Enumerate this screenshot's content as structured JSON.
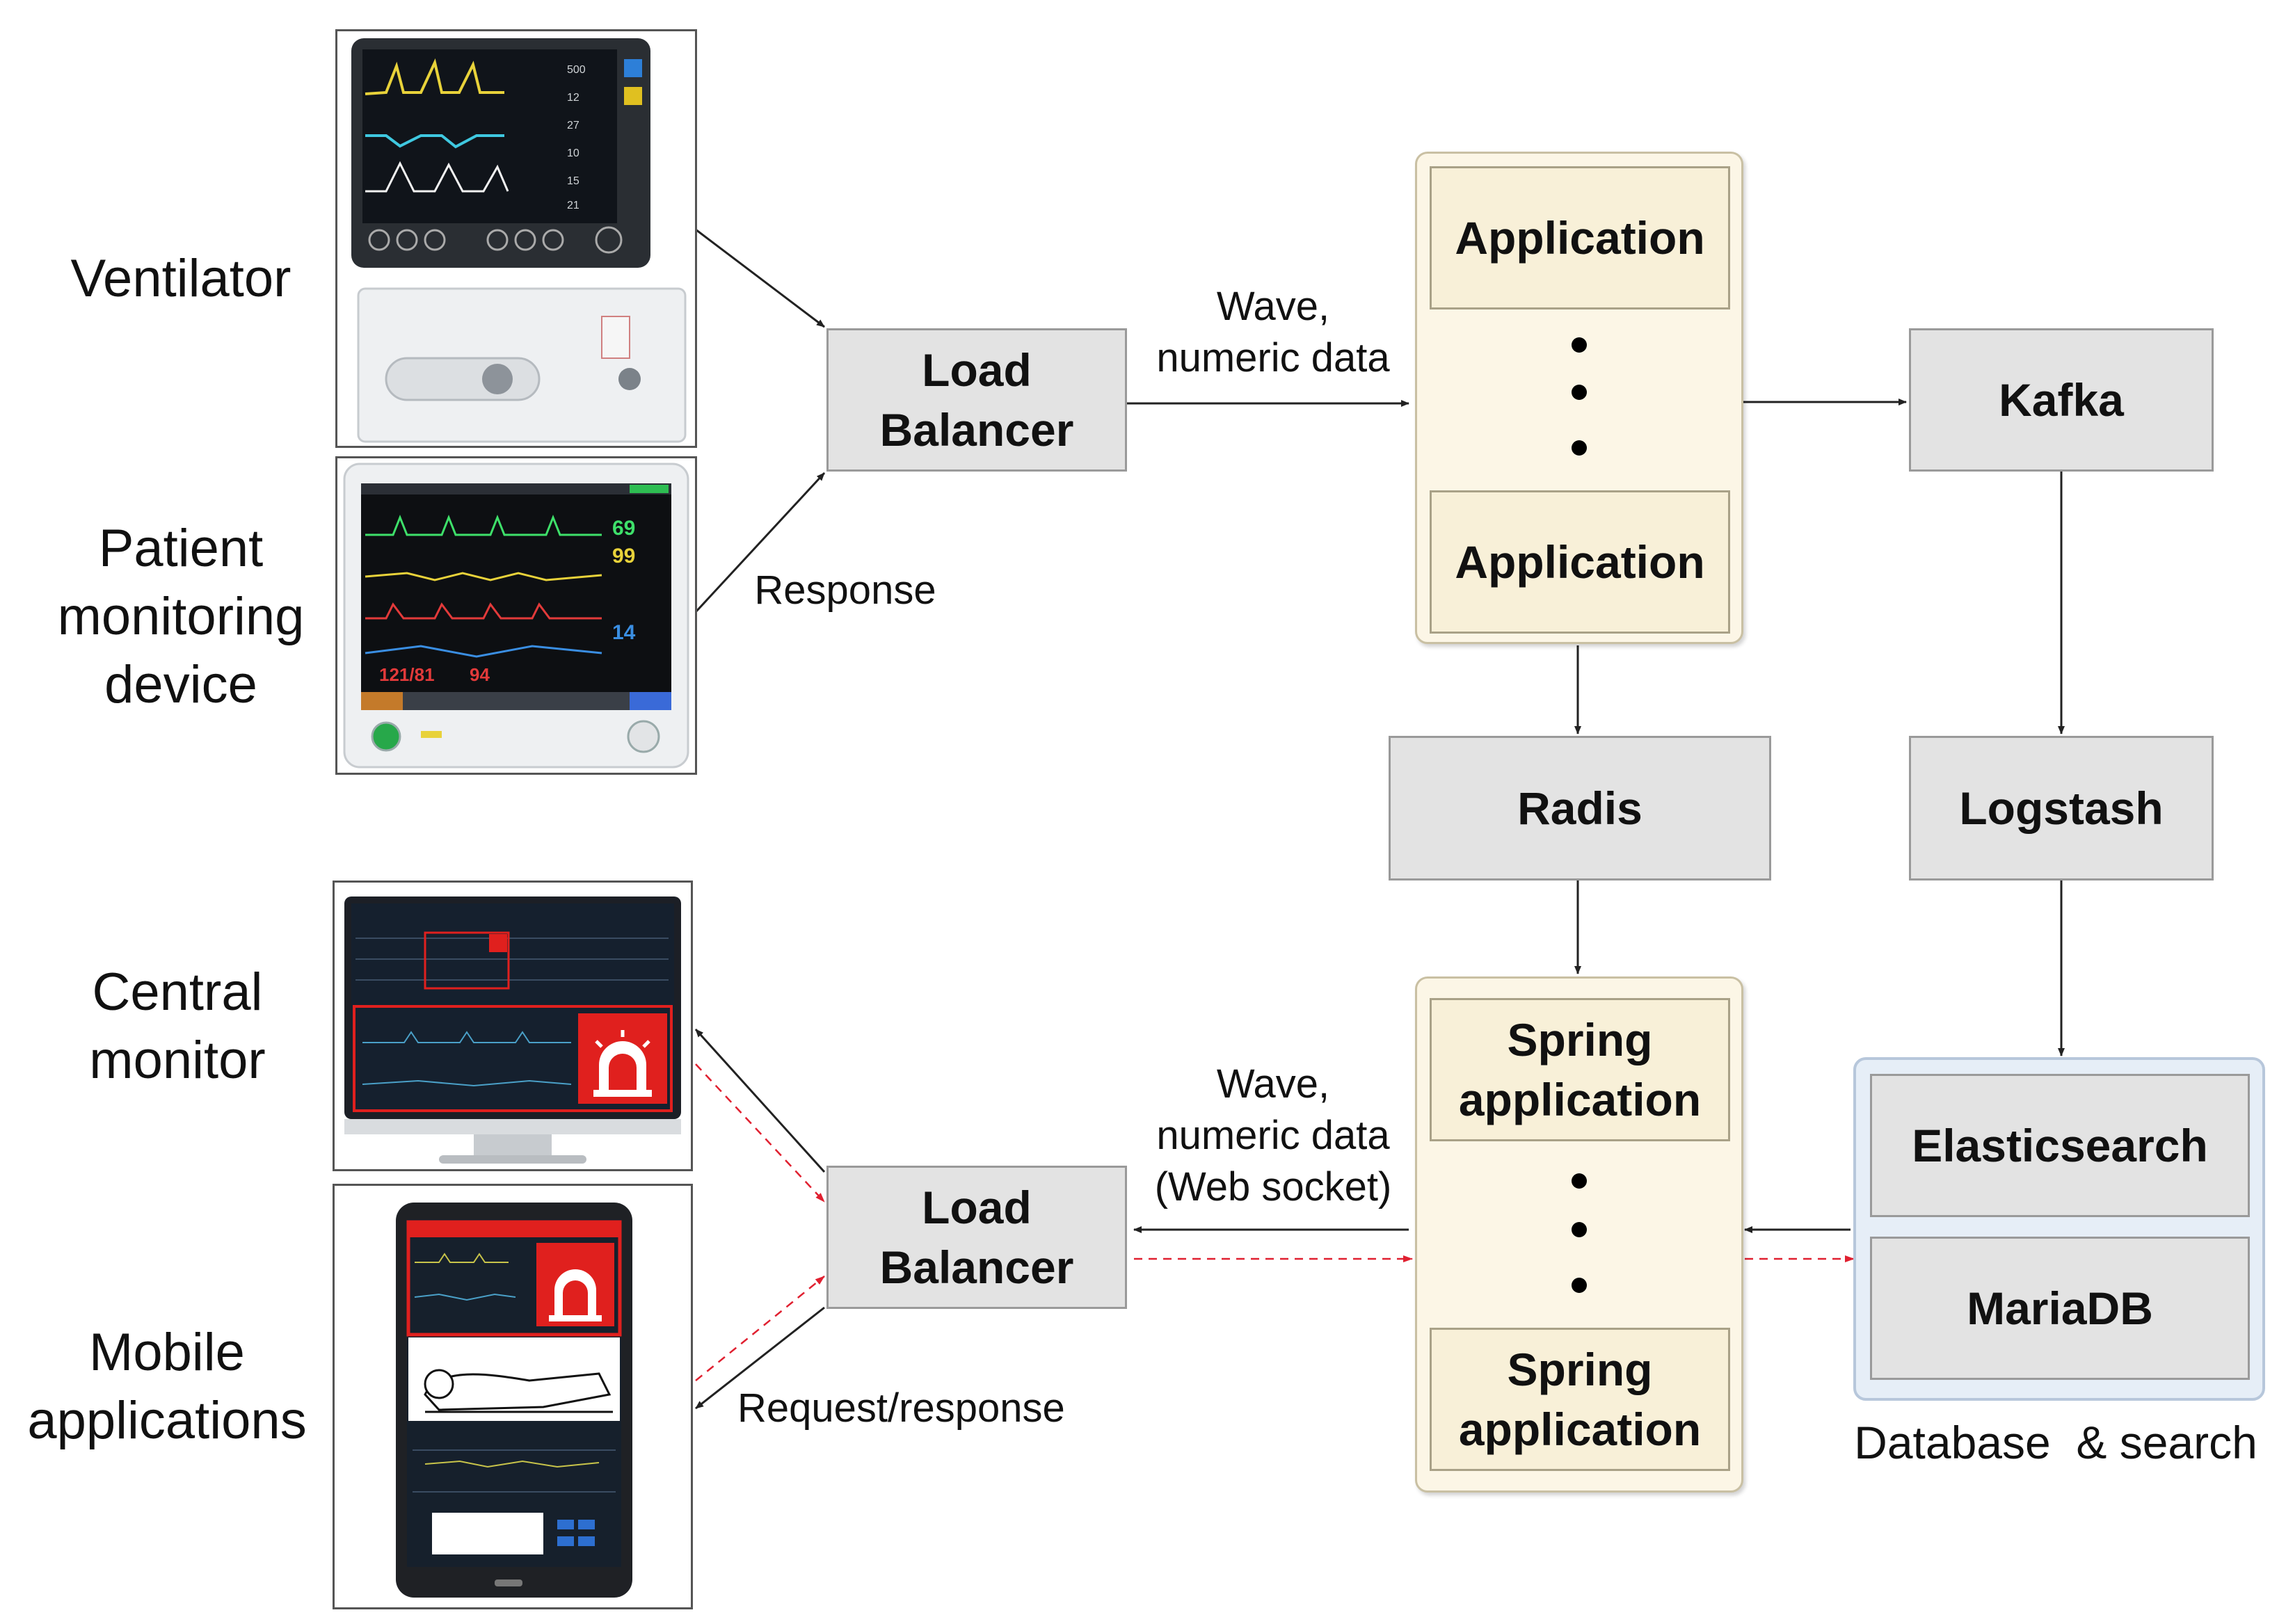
{
  "devices": {
    "ventilator": "Ventilator",
    "patient_monitor": "Patient\nmonitoring\ndevice",
    "central_monitor": "Central\nmonitor",
    "mobile": "Mobile\napplications"
  },
  "nodes": {
    "lb_top": "Load\nBalancer",
    "lb_bottom": "Load\nBalancer",
    "app_1": "Application",
    "app_2": "Application",
    "kafka": "Kafka",
    "radis": "Radis",
    "logstash": "Logstash",
    "spring_1": "Spring\napplication",
    "spring_2": "Spring\napplication",
    "elasticsearch": "Elasticsearch",
    "mariadb": "MariaDB"
  },
  "edges": {
    "wave_top": "Wave,\nnumeric data",
    "response": "Response",
    "wave_bottom": "Wave,\nnumeric data\n(Web socket)",
    "request_response": "Request/response"
  },
  "groups": {
    "db_search": "Database  & search"
  },
  "colors": {
    "gray_box": "#e3e3e3",
    "app_container": "#fcf6e6",
    "db_container": "#e6eef7",
    "alarm_red": "#e0201e",
    "arrow": "#222222",
    "alarm_arrow": "#e02030"
  }
}
